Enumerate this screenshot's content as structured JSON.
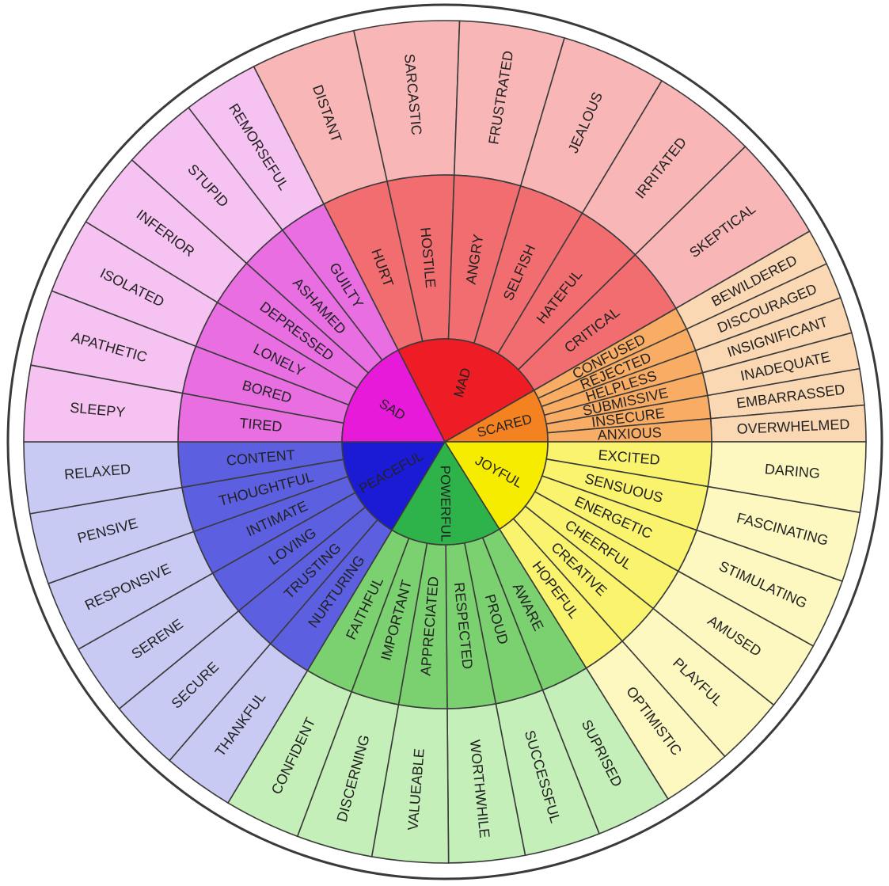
{
  "wheel": {
    "segments": [
      {
        "core": "MAD",
        "color_core": "#ee1c24",
        "color_mid": "#f26d70",
        "color_outer": "#f9b6b6",
        "mid": [
          {
            "label": "HURT",
            "outer": [
              "DISTANT",
              "SARCASTIC"
            ]
          },
          {
            "label": "HOSTILE",
            "outer": [
              "FRUSTRATED"
            ]
          },
          {
            "label": "ANGRY",
            "outer": [
              "JEALOUS"
            ]
          },
          {
            "label": "SELFISH",
            "outer": [
              "IRRITATED"
            ]
          },
          {
            "label": "HATEFUL",
            "outer": [
              "SKEPTICAL"
            ]
          },
          {
            "label": "CRITICAL",
            "outer": []
          }
        ]
      },
      {
        "core": "SCARED",
        "color_core": "#f58220",
        "color_mid": "#f8ac64",
        "color_outer": "#fbd8b4",
        "mid": [
          {
            "label": "CONFUSED",
            "outer": [
              "BEWILDERED"
            ]
          },
          {
            "label": "REJECTED",
            "outer": [
              "DISCOURAGED"
            ]
          },
          {
            "label": "HELPLESS",
            "outer": [
              "INSIGNIFICANT"
            ]
          },
          {
            "label": "SUBMISSIVE",
            "outer": [
              "INADEQUATE"
            ]
          },
          {
            "label": "INSECURE",
            "outer": [
              "EMBARRASSED"
            ]
          },
          {
            "label": "ANXIOUS",
            "outer": [
              "OVERWHELMED"
            ]
          }
        ]
      },
      {
        "core": "JOYFUL",
        "color_core": "#f5ec00",
        "color_mid": "#f9f36e",
        "color_outer": "#fcf8c0",
        "mid": [
          {
            "label": "EXCITED",
            "outer": [
              "DARING"
            ]
          },
          {
            "label": "SENSUOUS",
            "outer": [
              "FASCINATING"
            ]
          },
          {
            "label": "ENERGETIC",
            "outer": [
              "STIMULATING"
            ]
          },
          {
            "label": "CHEERFUL",
            "outer": [
              "AMUSED"
            ]
          },
          {
            "label": "CREATIVE",
            "outer": [
              "PLAYFUL"
            ]
          },
          {
            "label": "HOPEFUL",
            "outer": [
              "OPTIMISTIC"
            ]
          }
        ]
      },
      {
        "core": "POWERFUL",
        "color_core": "#2db34a",
        "color_mid": "#7bd16f",
        "color_outer": "#c4efb8",
        "mid": [
          {
            "label": "AWARE",
            "outer": [
              "SUPRISED",
              "SUCCESSFUL"
            ]
          },
          {
            "label": "PROUD",
            "outer": [
              "WORTHWHILE"
            ]
          },
          {
            "label": "RESPECTED",
            "outer": [
              "VALUEABLE"
            ]
          },
          {
            "label": "APPRECIATED",
            "outer": [
              "DISCERNING"
            ]
          },
          {
            "label": "IMPORTANT",
            "outer": [
              "CONFIDENT"
            ]
          },
          {
            "label": "FAITHFUL",
            "outer": []
          }
        ]
      },
      {
        "core": "PEACEFUL",
        "color_core": "#1b1bd6",
        "color_mid": "#5b5fe0",
        "color_outer": "#c9caf3",
        "mid": [
          {
            "label": "NURTURING",
            "outer": [
              "THANKFUL"
            ]
          },
          {
            "label": "TRUSTING",
            "outer": [
              "SECURE"
            ]
          },
          {
            "label": "LOVING",
            "outer": [
              "SERENE"
            ]
          },
          {
            "label": "INTIMATE",
            "outer": [
              "RESPONSIVE"
            ]
          },
          {
            "label": "THOUGHTFUL",
            "outer": [
              "PENSIVE"
            ]
          },
          {
            "label": "CONTENT",
            "outer": [
              "RELAXED"
            ]
          }
        ]
      },
      {
        "core": "SAD",
        "color_core": "#e81ad9",
        "color_mid": "#e86ee2",
        "color_outer": "#f6c2f2",
        "mid": [
          {
            "label": "TIRED",
            "outer": [
              "SLEEPY"
            ]
          },
          {
            "label": "BORED",
            "outer": [
              "APATHETIC"
            ]
          },
          {
            "label": "LONELY",
            "outer": [
              "ISOLATED"
            ]
          },
          {
            "label": "DEPRESSED",
            "outer": [
              "INFERIOR"
            ]
          },
          {
            "label": "ASHAMED",
            "outer": [
              "STUPID"
            ]
          },
          {
            "label": "GUILTY",
            "outer": [
              "REMORSEFUL"
            ]
          }
        ]
      }
    ]
  }
}
